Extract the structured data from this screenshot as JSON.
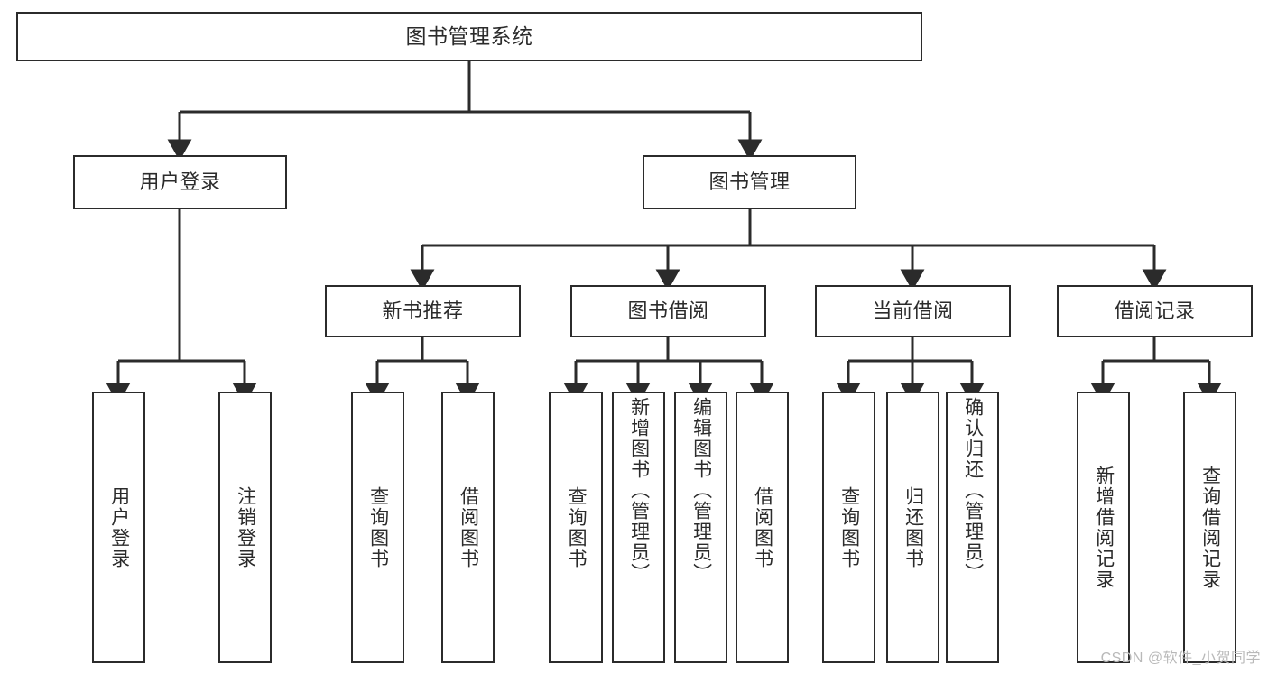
{
  "diagram": {
    "type": "tree",
    "title": "图书管理系统",
    "watermark": "CSDN @软件_小贺同学",
    "line_color": "#2b2b2b",
    "box_fill": "#ffffff",
    "text_color": "#2b2b2b",
    "watermark_color": "#b9b9b9",
    "levels": {
      "root": {
        "label": "图书管理系统"
      },
      "level1": [
        {
          "label": "用户登录"
        },
        {
          "label": "图书管理"
        }
      ],
      "level2": [
        {
          "label": "新书推荐",
          "parent": "图书管理"
        },
        {
          "label": "图书借阅",
          "parent": "图书管理"
        },
        {
          "label": "当前借阅",
          "parent": "图书管理"
        },
        {
          "label": "借阅记录",
          "parent": "图书管理"
        }
      ],
      "level3": [
        {
          "label": "用户登录",
          "parent": "用户登录"
        },
        {
          "label": "注销登录",
          "parent": "用户登录"
        },
        {
          "label": "查询图书",
          "parent": "新书推荐"
        },
        {
          "label": "借阅图书",
          "parent": "新书推荐"
        },
        {
          "label": "查询图书",
          "parent": "图书借阅"
        },
        {
          "label": "新增图书（管理员）",
          "parent": "图书借阅"
        },
        {
          "label": "编辑图书（管理员）",
          "parent": "图书借阅"
        },
        {
          "label": "借阅图书",
          "parent": "图书借阅"
        },
        {
          "label": "查询图书",
          "parent": "当前借阅"
        },
        {
          "label": "归还图书",
          "parent": "当前借阅"
        },
        {
          "label": "确认归还（管理员）",
          "parent": "当前借阅"
        },
        {
          "label": "新增借阅记录",
          "parent": "借阅记录"
        },
        {
          "label": "查询借阅记录",
          "parent": "借阅记录"
        }
      ]
    }
  }
}
